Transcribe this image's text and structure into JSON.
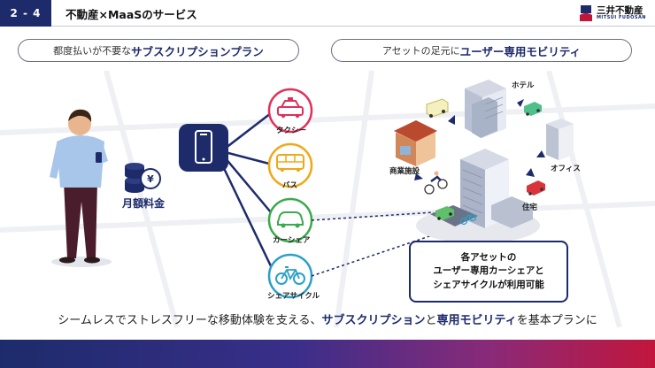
{
  "header": {
    "page_number": "2 - 4",
    "title": "不動産×MaaSのサービス",
    "logo_jp": "三井不動産",
    "logo_en": "MITSUI FUDOSAN"
  },
  "left_pill": {
    "prefix": "都度払いが不要な",
    "emphasis": "サブスクリプションプラン"
  },
  "right_pill": {
    "prefix": "アセットの足元に",
    "emphasis": "ユーザー専用モビリティ"
  },
  "person": {
    "payment_label": "月額料金"
  },
  "services": [
    {
      "label": "タクシー",
      "color": "#e0305a"
    },
    {
      "label": "バス",
      "color": "#f0a818"
    },
    {
      "label": "カーシェア",
      "color": "#3aaa4a"
    },
    {
      "label": "シェアサイクル",
      "color": "#2aa0c8"
    }
  ],
  "assets": {
    "hotel": "ホテル",
    "commercial": "商業施設",
    "office": "オフィス",
    "residence": "住宅"
  },
  "callout": {
    "line1": "各アセットの",
    "line2": "ユーザー専用カーシェアと",
    "line3": "シェアサイクルが利用可能"
  },
  "bottom": {
    "part1": "シームレスでストレスフリーな移動体験を支える、",
    "hl1": "サブスクリプション",
    "part2": "と",
    "hl2": "専用モビリティ",
    "part3": "を基本プランに"
  },
  "colors": {
    "navy": "#1d2b6b",
    "red": "#c1163c"
  }
}
